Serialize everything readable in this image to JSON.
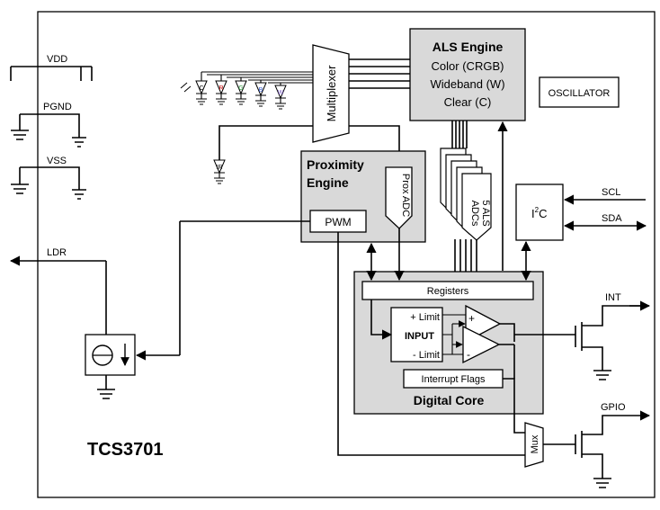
{
  "chip": {
    "name": "TCS3701"
  },
  "pins": {
    "vdd": "VDD",
    "pgnd": "PGND",
    "vss": "VSS",
    "ldr": "LDR",
    "scl": "SCL",
    "sda": "SDA",
    "int": "INT",
    "gpio": "GPIO"
  },
  "als_engine": {
    "title": "ALS Engine",
    "line1": "Color (CRGB)",
    "line2": "Wideband (W)",
    "line3": "Clear (C)"
  },
  "oscillator": "OSCILLATOR",
  "multiplexer": "Multiplexer",
  "proximity_engine": {
    "title_line1": "Proximity",
    "title_line2": "Engine",
    "pwm": "PWM",
    "prox_adc": "Prox ADC"
  },
  "als_adcs": {
    "line1": "5 ALS",
    "line2": "ADCs"
  },
  "i2c": {
    "base": "I",
    "sup": "2",
    "tail": "C"
  },
  "digital_core": {
    "title": "Digital Core",
    "registers": "Registers",
    "plus_limit": "+ Limit",
    "input": "INPUT",
    "minus_limit": "- Limit",
    "interrupt_flags": "Interrupt Flags",
    "comp_plus": "+",
    "comp_minus": "-"
  },
  "mux": "Mux",
  "photodiodes": [
    "C",
    "R",
    "G",
    "B",
    "W"
  ],
  "ir": "IR",
  "colors": {
    "engine_fill": "#d9d9d9",
    "diode_r": "#c00000",
    "diode_g": "#2e9a3e",
    "diode_b": "#2f55c9",
    "diode_w": "#7a5cc0"
  }
}
